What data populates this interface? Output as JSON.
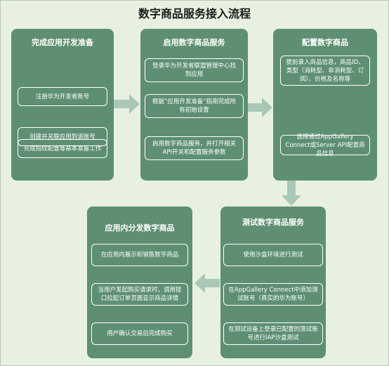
{
  "title": "数字商品服务接入流程",
  "panels": [
    {
      "title": "完成应用开发准备",
      "items": [
        "注册华为开发者账号",
        "创建并关联应用到该账号",
        "完成指纹配置等基本准备工作"
      ]
    },
    {
      "title": "启用数字商品服务",
      "items": [
        "登录华为开发者联盟管理中心找到应用",
        "根据“应用开发准备”指南完成所有初始设置",
        "启用数字商品服务，并打开相关API开关和配置服务参数"
      ]
    },
    {
      "title": "配置数字商品",
      "items": [
        "提前录入商品信息，商品ID、类型（消耗型、非消耗型、订阅）、价格及名称等",
        "选择通过AppGallery Connect或Server API配置商品信息"
      ]
    },
    {
      "title": "测试数字商品服务",
      "items": [
        "使用沙盒环境进行测试",
        "在AppGallery Connect中添加测试账号（真实的华为账号）",
        "在测试设备上登录已配置的测试账号进行IAP沙盒测试"
      ]
    },
    {
      "title": "应用内分发数字商品",
      "items": [
        "在应用内展示和销售数字商品",
        "当用户发起购买请求时，调用接口拉起订单页面显示商品详情",
        "用户确认交易后完成购买"
      ]
    }
  ]
}
